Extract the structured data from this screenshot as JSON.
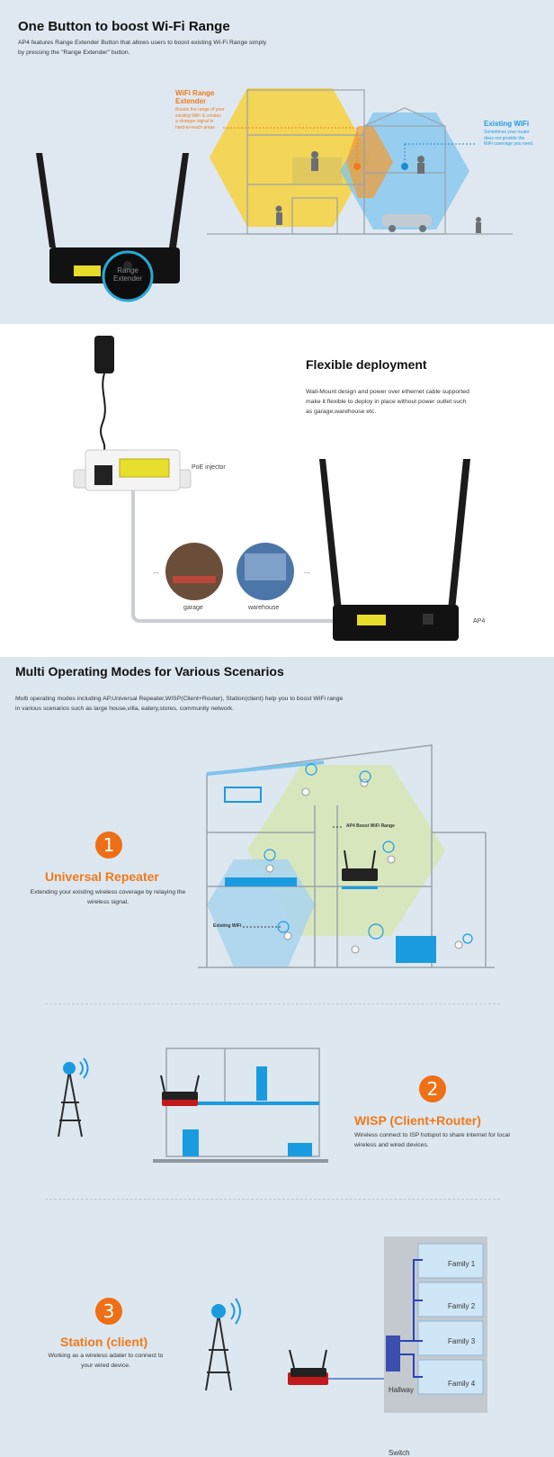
{
  "section1": {
    "title": "One Button to boost Wi-Fi Range",
    "desc_line1": "AP4 features Range Extender Button that allows users to boost existing Wi-Fi Range simply",
    "desc_line2": "by pressing the \"Range Extender\" button.",
    "extender_title_1": "WiFi Range",
    "extender_title_2": "Extender",
    "extender_desc_1": "Boosts the range of your",
    "extender_desc_2": "existing WiFi & creates",
    "extender_desc_3": "a stronger signal in",
    "extender_desc_4": "hard-to-reach areas",
    "existing_title": "Existing WiFi",
    "existing_desc_1": "Sometimes your router",
    "existing_desc_2": "does not provide the",
    "existing_desc_3": "WiFi coverage you need.",
    "button_label_1": "Range",
    "button_label_2": "Extender"
  },
  "section2": {
    "title": "Flexible deployment",
    "desc_line1": "Wall-Mount design and power over ethernet cable supported",
    "desc_line2": "make it flexible to deploy in place without power outlet such",
    "desc_line3": "as garage,warehouse etc.",
    "poe_label": "PoE injector",
    "garage_label": "garage",
    "warehouse_label": "warehouse",
    "ap4_label": "AP4",
    "ellipsis": "..."
  },
  "section3": {
    "title": "Multi Operating Modes for Various Scenarios",
    "desc_line1": "Multi operating modes including AP,Universal Repeater,WISP(Client+Router), Station(client) help you to boost WiFi range",
    "desc_line2": "in various scenarios such as large house,villa, eatery,stores, community network.",
    "mode1": {
      "number": "1",
      "title": "Universal Repeater",
      "desc_line1": "Extending your existing wireless coverage by relaying the",
      "desc_line2": "wireless signal.",
      "ap4_boost_label": "AP4 Boost WiFi Range",
      "existing_label": "Existing WiFi"
    },
    "mode2": {
      "number": "2",
      "title": "WISP (Client+Router)",
      "desc_line1": "Wireless connect to ISP hotspot to share internet for local",
      "desc_line2": "wireless and wired devices."
    },
    "mode3": {
      "number": "3",
      "title": "Station (client)",
      "desc_line1": "Working as a wireless adater to connect to",
      "desc_line2": "your wired device.",
      "hallway_label": "Hallway",
      "switch_label": "Switch",
      "families": [
        "Family 1",
        "Family 2",
        "Family 3",
        "Family 4"
      ]
    }
  }
}
